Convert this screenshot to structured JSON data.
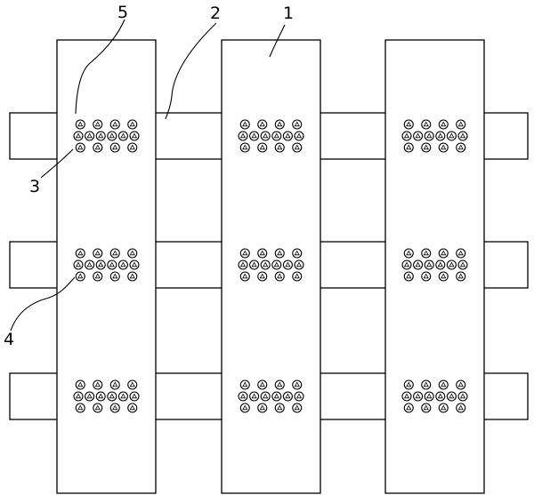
{
  "diagram": {
    "labels": {
      "one": "1",
      "two": "2",
      "three": "3",
      "four": "4",
      "five": "5"
    },
    "colors": {
      "stroke": "#000000",
      "background": "#ffffff"
    },
    "components": {
      "vertical_plates": 3,
      "horizontal_bars": 3,
      "hole_clusters": 9,
      "holes_per_cluster": 14
    }
  }
}
